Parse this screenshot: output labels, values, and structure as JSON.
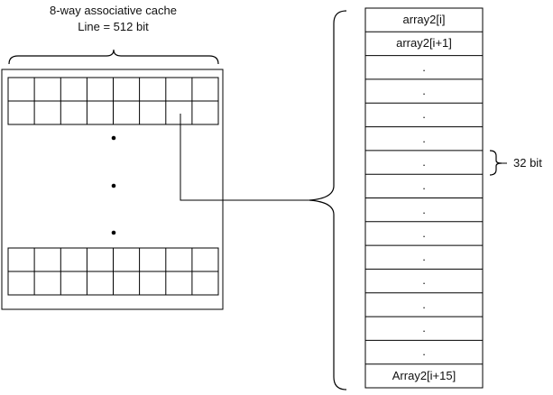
{
  "cache": {
    "title": "8-way associative cache",
    "line_label": "Line = 512 bit",
    "ways": 8
  },
  "array": {
    "cells": [
      "array2[i]",
      "array2[i+1]",
      ".",
      ".",
      ".",
      ".",
      ".",
      ".",
      ".",
      ".",
      ".",
      ".",
      ".",
      ".",
      ".",
      "Array2[i+15]"
    ],
    "word_label": "32 bit"
  },
  "colors": {
    "line": "#000000",
    "text": "#111111",
    "background": "#ffffff"
  }
}
